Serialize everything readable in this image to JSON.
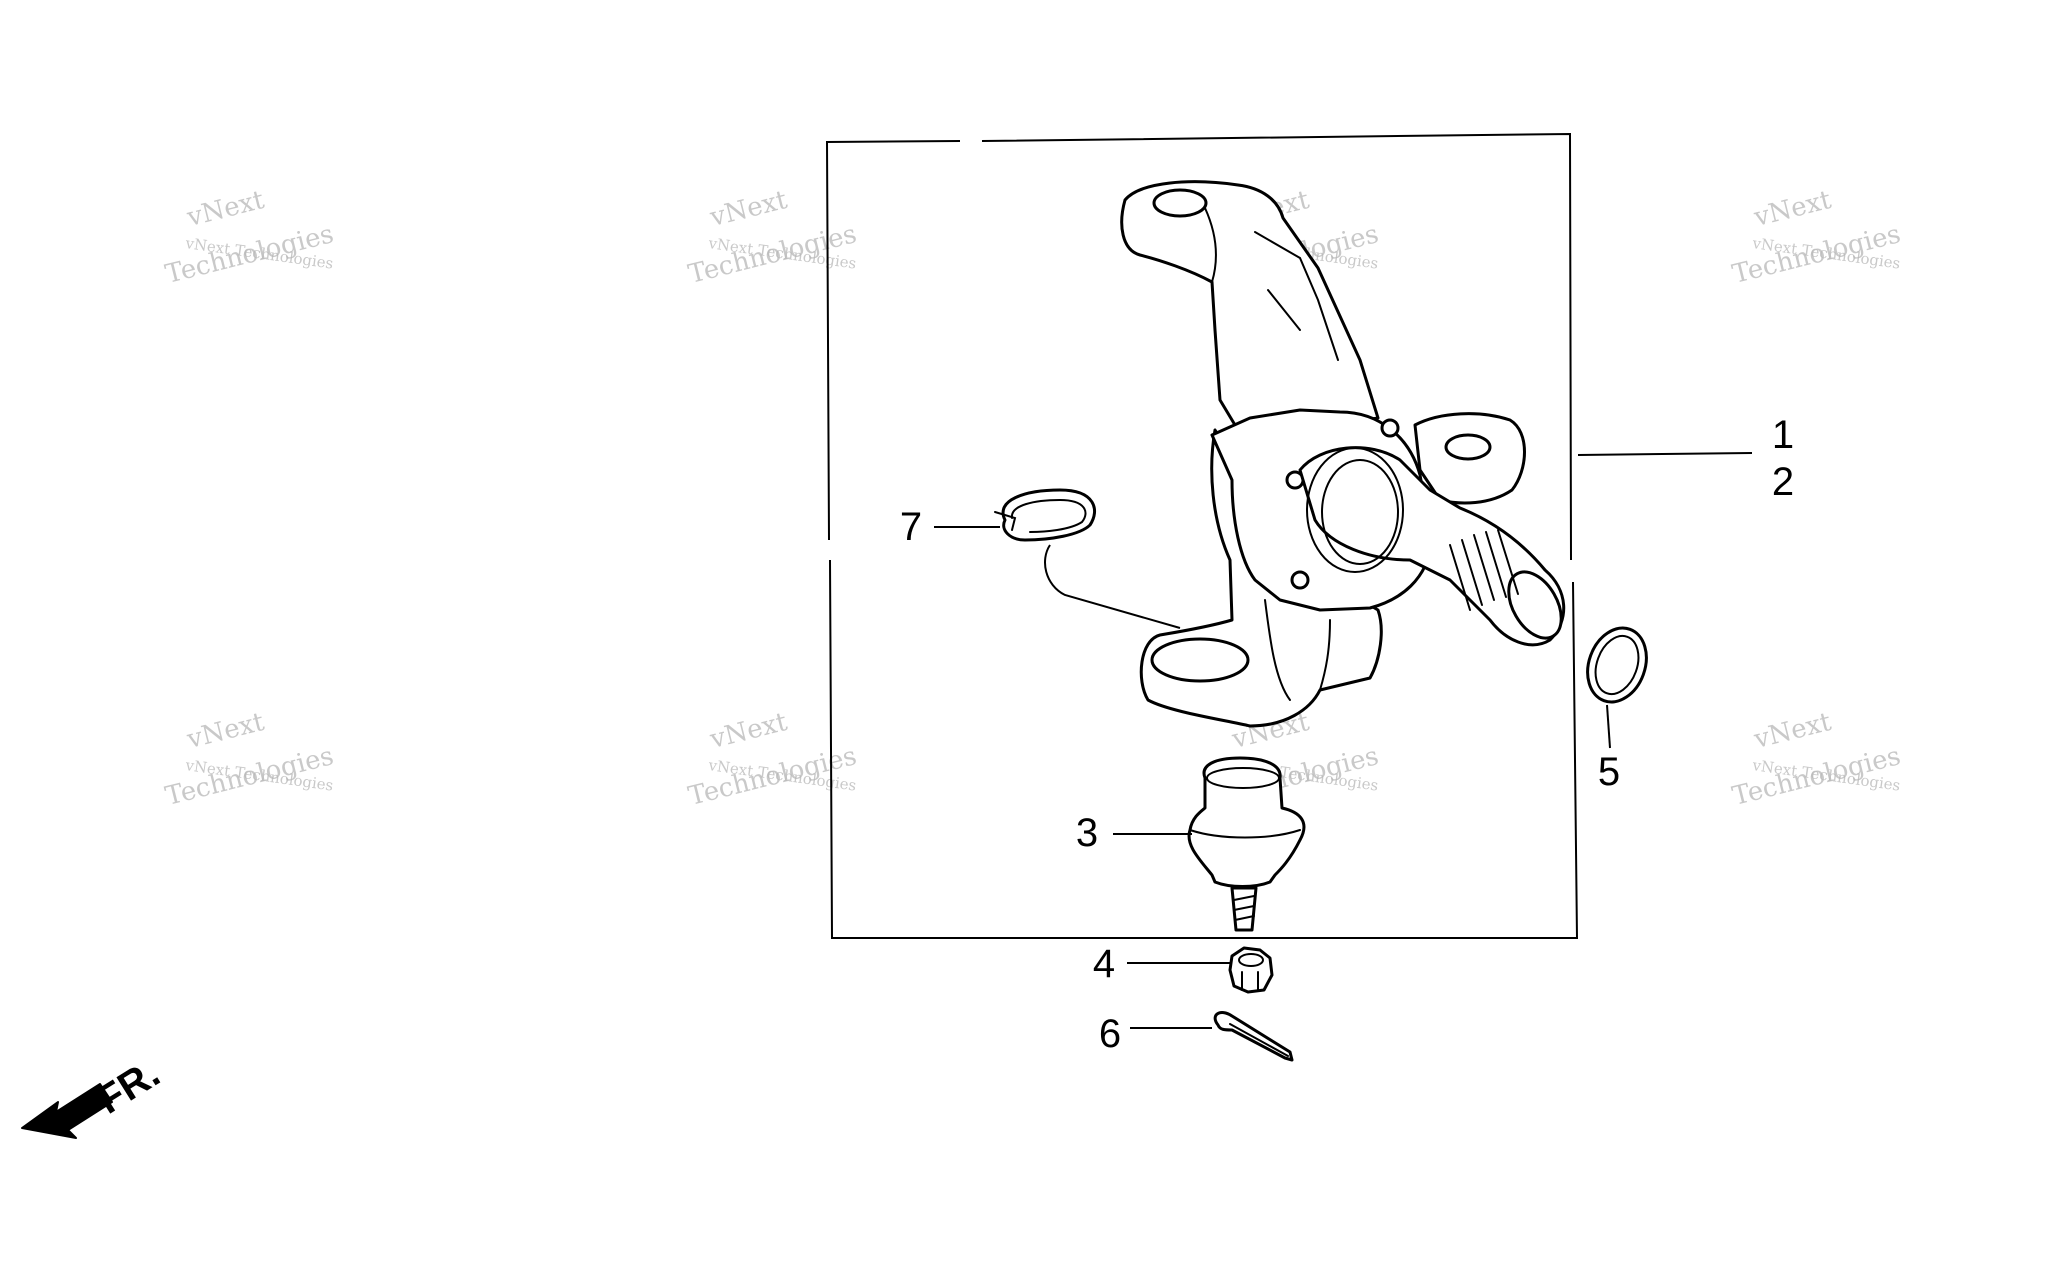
{
  "callouts": {
    "c1": "1",
    "c2": "2",
    "c3": "3",
    "c4": "4",
    "c5": "5",
    "c6": "6",
    "c7": "7"
  },
  "direction_label": "FR.",
  "watermark": {
    "line_small": "vNext Technologies",
    "line_big_1": "vNext",
    "line_big_2": "Technologies"
  },
  "colors": {
    "ink": "#000000",
    "watermark": "#b8b8b8",
    "background": "#ffffff"
  }
}
